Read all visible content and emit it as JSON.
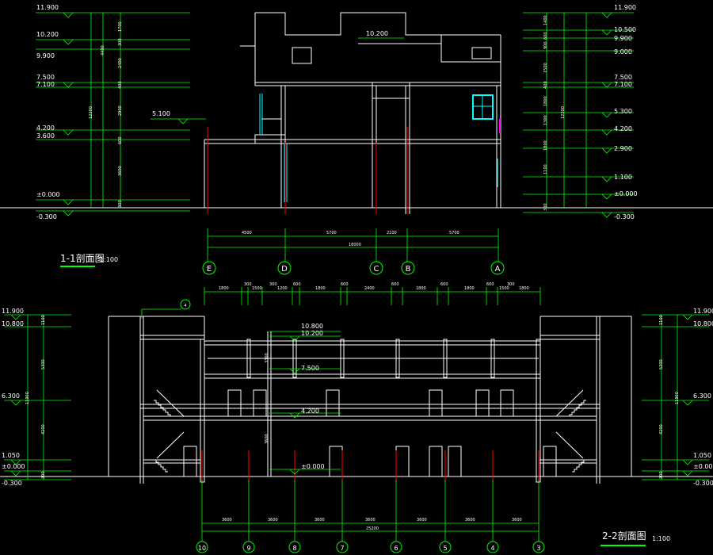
{
  "colors": {
    "background": "#000000",
    "level_lines": "#00ff00",
    "walls": "#ffffff",
    "axis_lines": "#ff0000",
    "glass": "#00ffff",
    "accent": "#ff00ff"
  },
  "section_1": {
    "title": "1-1剖面图",
    "scale": "1:100",
    "levels_left": [
      "11.900",
      "10.200",
      "9.900",
      "7.500",
      "7.100",
      "4.200",
      "3.600",
      "±0.000",
      "-0.300"
    ],
    "levels_right": [
      "11.900",
      "10.500",
      "9.900",
      "9.000",
      "7.500",
      "7.100",
      "5.300",
      "4.200",
      "2.900",
      "1.100",
      "±0.000",
      "-0.300"
    ],
    "mid_levels": [
      "5.100",
      "10.200"
    ],
    "left_segments": [
      "1700",
      "300",
      "2400",
      "400",
      "2900",
      "600",
      "3600",
      "300"
    ],
    "left_totals": [
      "4400",
      "12200"
    ],
    "right_segments": [
      "1400",
      "600",
      "900",
      "1500",
      "400",
      "1800",
      "1300",
      "1800",
      "1100",
      "300"
    ],
    "right_totals": [
      "12200"
    ],
    "axis_spacing": [
      "4500",
      "5700",
      "2100",
      "5700"
    ],
    "axis_total": "18000",
    "axes": [
      "E",
      "D",
      "C",
      "B",
      "A"
    ]
  },
  "section_2": {
    "title": "2-2剖面图",
    "scale": "1:100",
    "levels_left": [
      "11.900",
      "10.800",
      "6.300",
      "1.050",
      "±0.000",
      "-0.300"
    ],
    "levels_right": [
      "11.900",
      "10.800",
      "6.300",
      "1.050",
      "±0.000",
      "-0.300"
    ],
    "mid_levels": [
      "10.800",
      "10.200",
      "7.500",
      "4.200",
      "±0.000"
    ],
    "left_segments": [
      "1100",
      "5300",
      "4200",
      "300"
    ],
    "left_totals": [
      "11900"
    ],
    "right_segments": [
      "1100",
      "5300",
      "4200",
      "300"
    ],
    "right_totals": [
      "11900"
    ],
    "mid_dims": [
      "3300",
      "3600"
    ],
    "top_dims": [
      "1800",
      "300",
      "1500",
      "300",
      "1200",
      "600",
      "1800",
      "600",
      "2400",
      "600",
      "1800",
      "600",
      "1800",
      "600",
      "1500",
      "300",
      "1800"
    ],
    "bottom_dims": [
      "3600",
      "3600",
      "3600",
      "3600",
      "3600",
      "3600",
      "3600"
    ],
    "bottom_total": "25200",
    "axes": [
      "10",
      "9",
      "8",
      "7",
      "6",
      "5",
      "4",
      "3"
    ],
    "detail_ref": "4"
  }
}
